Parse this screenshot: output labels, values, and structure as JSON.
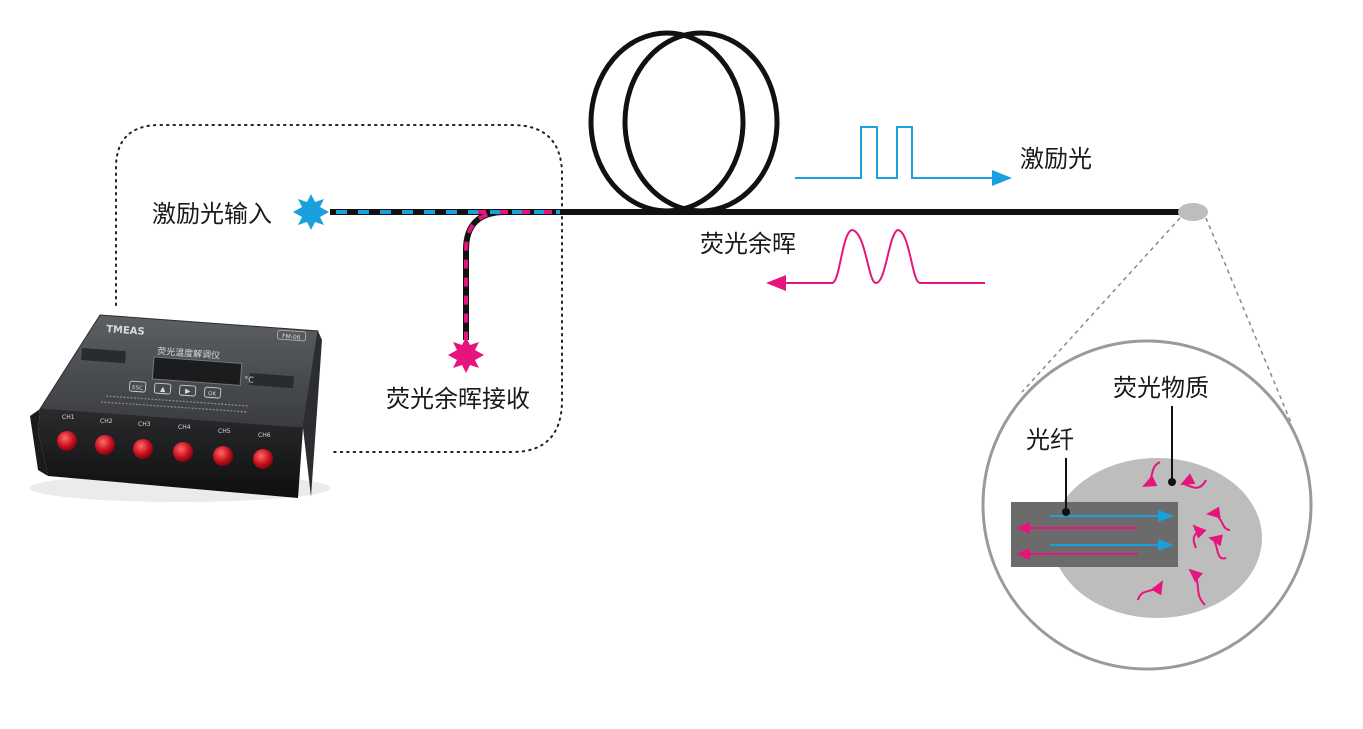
{
  "labels": {
    "excitation_input": "激励光输入",
    "afterglow_receive": "荧光余晖接收",
    "excitation_light": "激励光",
    "fluorescence_afterglow": "荧光余晖",
    "fiber": "光纤",
    "fluorescent_material": "荧光物质"
  },
  "device": {
    "brand": "TMEAS",
    "model": "FM-06",
    "name": "荧光温度解调仪",
    "unit": "°C",
    "buttons": [
      "ESC",
      "▲",
      "▶",
      "OK"
    ],
    "channels": [
      "CH1",
      "CH2",
      "CH3",
      "CH4",
      "CH5",
      "CH6"
    ]
  },
  "colors": {
    "excitation": "#1aa0dc",
    "fluorescence": "#e6147d",
    "fiber": "#111111",
    "probe_fill": "#bdbdbd",
    "fiber_tip": "#6b6b6b"
  }
}
